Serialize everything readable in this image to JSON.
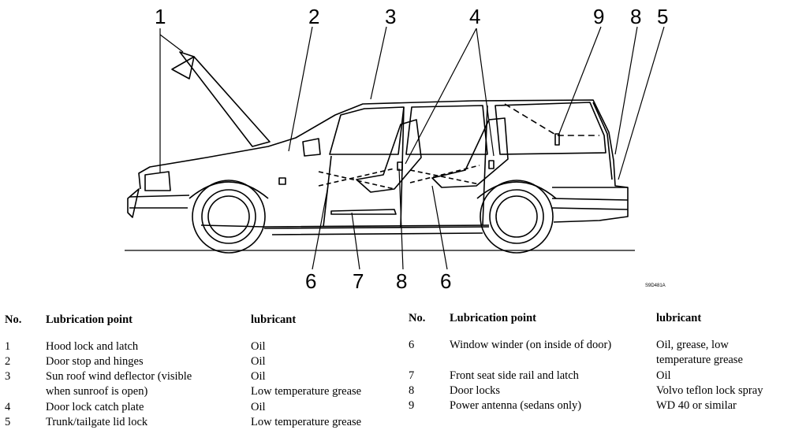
{
  "callouts": {
    "c1": "1",
    "c2": "2",
    "c3": "3",
    "c4": "4",
    "c9": "9",
    "c8top": "8",
    "c5": "5",
    "c6a": "6",
    "c7": "7",
    "c8b": "8",
    "c6b": "6"
  },
  "drawing_code": "S9D481A",
  "columns": {
    "no": "No.",
    "point": "Lubrication point",
    "lubricant": "lubricant"
  },
  "left_rows": [
    {
      "no": "1",
      "point": [
        "Hood lock and latch"
      ],
      "lubricant": [
        "Oil"
      ]
    },
    {
      "no": "2",
      "point": [
        "Door stop and hinges"
      ],
      "lubricant": [
        "Oil"
      ]
    },
    {
      "no": "3",
      "point": [
        "Sun roof wind deflector (visible",
        "when sunroof is open)"
      ],
      "lubricant": [
        "Oil",
        "Low temperature grease"
      ]
    },
    {
      "no": "4",
      "point": [
        "Door lock catch plate"
      ],
      "lubricant": [
        "Oil"
      ]
    },
    {
      "no": "5",
      "point": [
        "Trunk/tailgate lid lock"
      ],
      "lubricant": [
        "Low temperature grease"
      ]
    }
  ],
  "right_rows": [
    {
      "no": "6",
      "point": [
        "Window winder (on inside of door)"
      ],
      "lubricant": [
        "Oil, grease, low",
        "temperature grease"
      ]
    },
    {
      "no": "7",
      "point": [
        "Front seat side rail and latch"
      ],
      "lubricant": [
        "Oil"
      ]
    },
    {
      "no": "8",
      "point": [
        "Door locks"
      ],
      "lubricant": [
        "Volvo teflon lock spray"
      ]
    },
    {
      "no": "9",
      "point": [
        "Power antenna (sedans only)"
      ],
      "lubricant": [
        "WD 40 or similar"
      ]
    }
  ]
}
